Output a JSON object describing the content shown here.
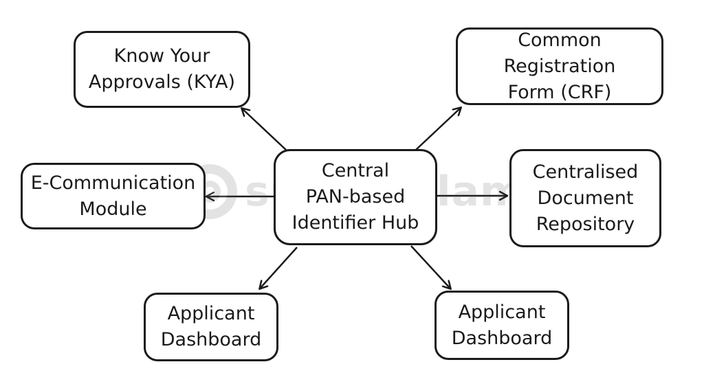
{
  "diagram": {
    "hub": {
      "label": "Central\nPAN-based\nIdentifier Hub"
    },
    "nodes": {
      "kya": {
        "label": "Know Your\nApprovals (KYA)"
      },
      "crf": {
        "label": "Common Registration\nForm (CRF)"
      },
      "ecomm": {
        "label": "E-Communication\nModule"
      },
      "docrepo": {
        "label": "Centralised\nDocument\nRepository"
      },
      "dash_left": {
        "label": "Applicant\nDashboard"
      },
      "dash_right": {
        "label": "Applicant\nDashboard"
      }
    },
    "arrow_color": "#1a1a1a",
    "border_color": "#1a1a1a"
  },
  "watermark": {
    "text": "superkalam",
    "icon": "superkalam-logo-icon"
  }
}
